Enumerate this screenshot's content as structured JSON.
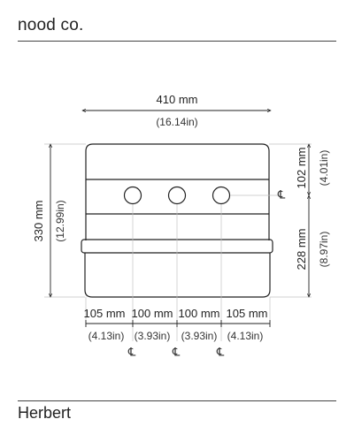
{
  "header": {
    "brand": "nood co."
  },
  "product": {
    "name": "Herbert"
  },
  "dimensions": {
    "overall_width": {
      "mm": "410 mm",
      "in": "(16.14in)"
    },
    "overall_height": {
      "mm": "330 mm",
      "in": "(12.99in)"
    },
    "upper_height": {
      "mm": "102 mm",
      "in": "(4.01in)"
    },
    "lower_height": {
      "mm": "228 mm",
      "in": "(8.97in)"
    },
    "spacings": [
      {
        "mm": "105 mm",
        "in": "(4.13in)"
      },
      {
        "mm": "100 mm",
        "in": "(3.93in)"
      },
      {
        "mm": "100 mm",
        "in": "(3.93in)"
      },
      {
        "mm": "105 mm",
        "in": "(4.13in)"
      }
    ]
  },
  "centerline_symbol": "℄",
  "colors": {
    "line": "#222222",
    "guide": "#bbbbbb",
    "background": "#ffffff"
  }
}
